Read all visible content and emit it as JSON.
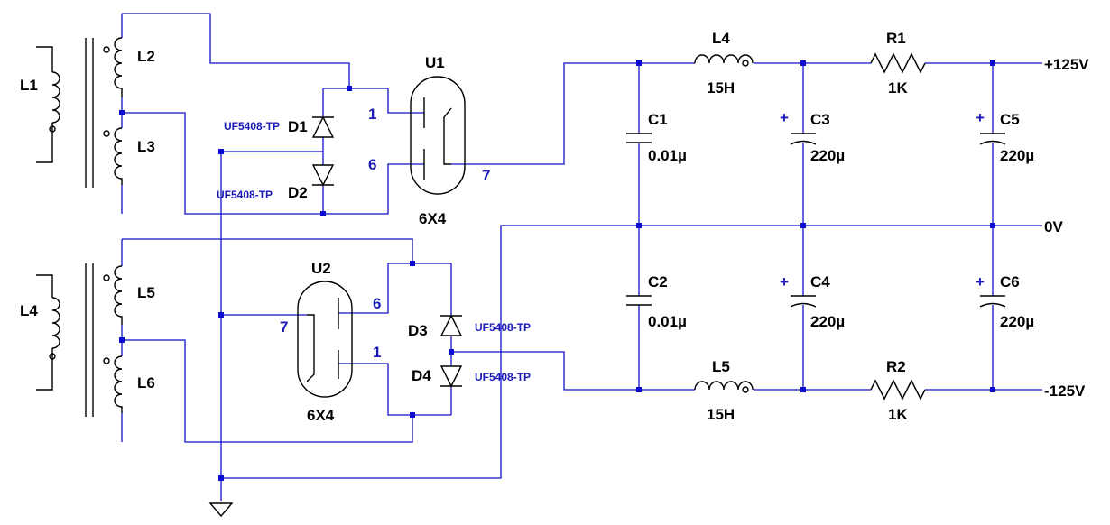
{
  "transformers": {
    "upper": {
      "primary": "L1",
      "secondary_top": "L2",
      "secondary_bottom": "L3"
    },
    "lower": {
      "primary": "L4",
      "secondary_top": "L5",
      "secondary_bottom": "L6"
    }
  },
  "diodes": {
    "d1": {
      "ref": "D1",
      "part": "UF5408-TP"
    },
    "d2": {
      "ref": "D2",
      "part": "UF5408-TP"
    },
    "d3": {
      "ref": "D3",
      "part": "UF5408-TP"
    },
    "d4": {
      "ref": "D4",
      "part": "UF5408-TP"
    }
  },
  "tubes": {
    "u1": {
      "ref": "U1",
      "part": "6X4",
      "pin_a": "1",
      "pin_b": "6",
      "pin_k": "7"
    },
    "u2": {
      "ref": "U2",
      "part": "6X4",
      "pin_a": "6",
      "pin_b": "1",
      "pin_k": "7"
    }
  },
  "inductors": {
    "l4": {
      "ref": "L4",
      "value": "15H"
    },
    "l5": {
      "ref": "L5",
      "value": "15H"
    }
  },
  "resistors": {
    "r1": {
      "ref": "R1",
      "value": "1K"
    },
    "r2": {
      "ref": "R2",
      "value": "1K"
    }
  },
  "capacitors": {
    "c1": {
      "ref": "C1",
      "value": "0.01µ"
    },
    "c2": {
      "ref": "C2",
      "value": "0.01µ"
    },
    "c3": {
      "ref": "C3",
      "value": "220µ"
    },
    "c4": {
      "ref": "C4",
      "value": "220µ"
    },
    "c5": {
      "ref": "C5",
      "value": "220µ"
    },
    "c6": {
      "ref": "C6",
      "value": "220µ"
    },
    "polarity_mark": "+"
  },
  "outputs": {
    "pos": "+125V",
    "zero": "0V",
    "neg": "-125V"
  },
  "colors": {
    "wire": "#1212c8",
    "component": "#000000",
    "pin_text": "#1a1ab8"
  }
}
